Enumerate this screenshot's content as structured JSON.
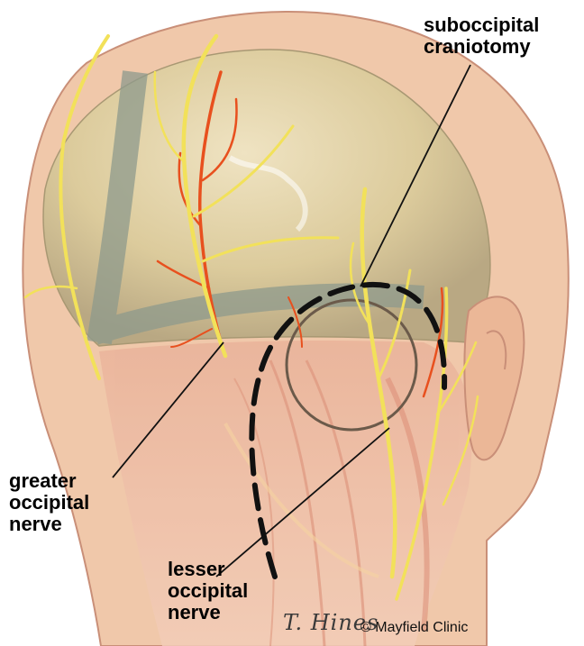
{
  "labels": {
    "suboccipital": [
      "suboccipital",
      "craniotomy"
    ],
    "greater": [
      "greater",
      "occipital",
      "nerve"
    ],
    "lesser": [
      "lesser",
      "occipital",
      "nerve"
    ]
  },
  "signature": "T. Hines",
  "credit": "© Mayfield Clinic",
  "colors": {
    "skin": "#efc7a8",
    "skin_outline": "#c78d76",
    "skull": "#e3d4a8",
    "sinus": "#8e9a8c",
    "muscle": "#e8a58e",
    "nerve": "#f2e15a",
    "artery": "#e8501e",
    "incision": "#111111"
  }
}
